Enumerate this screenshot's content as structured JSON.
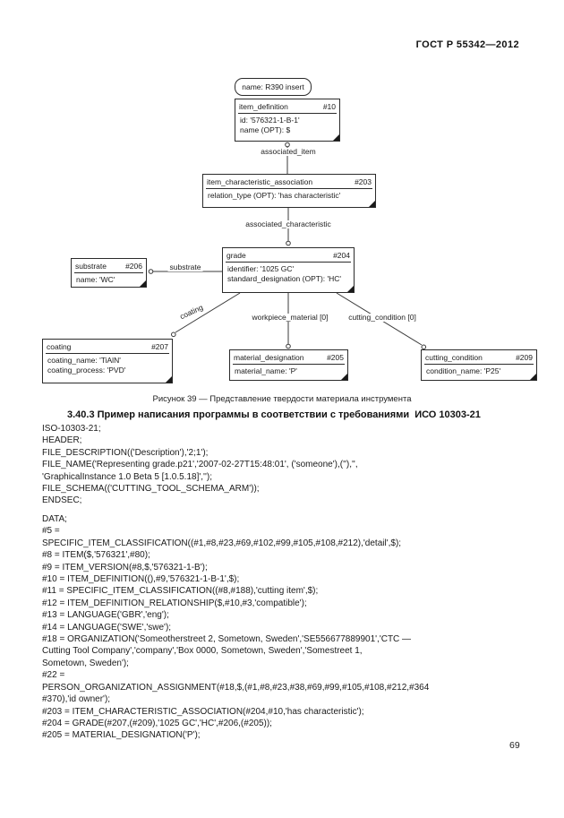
{
  "page": {
    "document_number": "ГОСТ Р 55342—2012",
    "page_number": "69"
  },
  "figure": {
    "caption": "Рисунок 39 — Представление твердости материала инструмента",
    "name_tag": "name: R390 insert",
    "boxes": {
      "item_definition": {
        "title": "item_definition",
        "ref": "#10",
        "attrs": [
          "id: '576321-1-B-1'",
          "name (OPT): $"
        ]
      },
      "item_characteristic_association": {
        "title": "item_characteristic_association",
        "ref": "#203",
        "attrs": [
          "relation_type (OPT): 'has characteristic'"
        ]
      },
      "grade": {
        "title": "grade",
        "ref": "#204",
        "attrs": [
          "identifier: '1025 GC'",
          "standard_designation (OPT): 'HC'"
        ]
      },
      "substrate": {
        "title": "substrate",
        "ref": "#206",
        "attrs": [
          "name: 'WC'"
        ]
      },
      "coating": {
        "title": "coating",
        "ref": "#207",
        "attrs": [
          "coating_name: 'TiAlN'",
          "coating_process: 'PVD'"
        ]
      },
      "material_designation": {
        "title": "material_designation",
        "ref": "#205",
        "attrs": [
          "material_name: 'P'"
        ]
      },
      "cutting_condition": {
        "title": "cutting_condition",
        "ref": "#209",
        "attrs": [
          "condition_name: 'P25'"
        ]
      }
    },
    "edge_labels": {
      "associated_item": "associated_item",
      "associated_characteristic": "associated_characteristic",
      "substrate": "substrate",
      "coating": "coating",
      "workpiece_material": "workpiece_material [0]",
      "cutting_condition": "cutting_condition [0]"
    }
  },
  "section": {
    "heading": "3.40.3 Пример написания программы в соответствии с требованиями  ИСО 10303-21"
  },
  "code": {
    "header_lines": [
      "ISO-10303-21;",
      "HEADER;",
      "FILE_DESCRIPTION(('Description'),'2;1');",
      "FILE_NAME('Representing grade.p21','2007-02-27T15:48:01', ('someone'),(''),'',",
      "'GraphicalInstance 1.0 Beta 5 [1.0.5.18]','');",
      "FILE_SCHEMA(('CUTTING_TOOL_SCHEMA_ARM'));",
      "ENDSEC;"
    ],
    "data_lines": [
      "DATA;",
      "#5 =",
      "SPECIFIC_ITEM_CLASSIFICATION((#1,#8,#23,#69,#102,#99,#105,#108,#212),'detail',$);",
      "#8 = ITEM($,'576321',#80);",
      "#9 = ITEM_VERSION(#8,$,'576321-1-B');",
      "#10 = ITEM_DEFINITION((),#9,'576321-1-B-1',$);",
      "#11 = SPECIFIC_ITEM_CLASSIFICATION((#8,#188),'cutting item',$);",
      "#12 = ITEM_DEFINITION_RELATIONSHIP($,#10,#3,'compatible');",
      "#13 = LANGUAGE('GBR','eng');",
      "#14 = LANGUAGE('SWE','swe');",
      "#18 = ORGANIZATION('Someotherstreet 2, Sometown, Sweden','SE556677889901','CTC —",
      "Cutting Tool Company','company','Box 0000, Sometown, Sweden','Somestreet 1,",
      "Sometown, Sweden');",
      "#22 =",
      "PERSON_ORGANIZATION_ASSIGNMENT(#18,$,(#1,#8,#23,#38,#69,#99,#105,#108,#212,#364",
      "#370),'id owner');",
      "#203 = ITEM_CHARACTERISTIC_ASSOCIATION(#204,#10,'has characteristic');",
      "#204 = GRADE(#207,(#209),'1025 GC','HC',#206,(#205));",
      "#205 = MATERIAL_DESIGNATION('P');"
    ]
  }
}
